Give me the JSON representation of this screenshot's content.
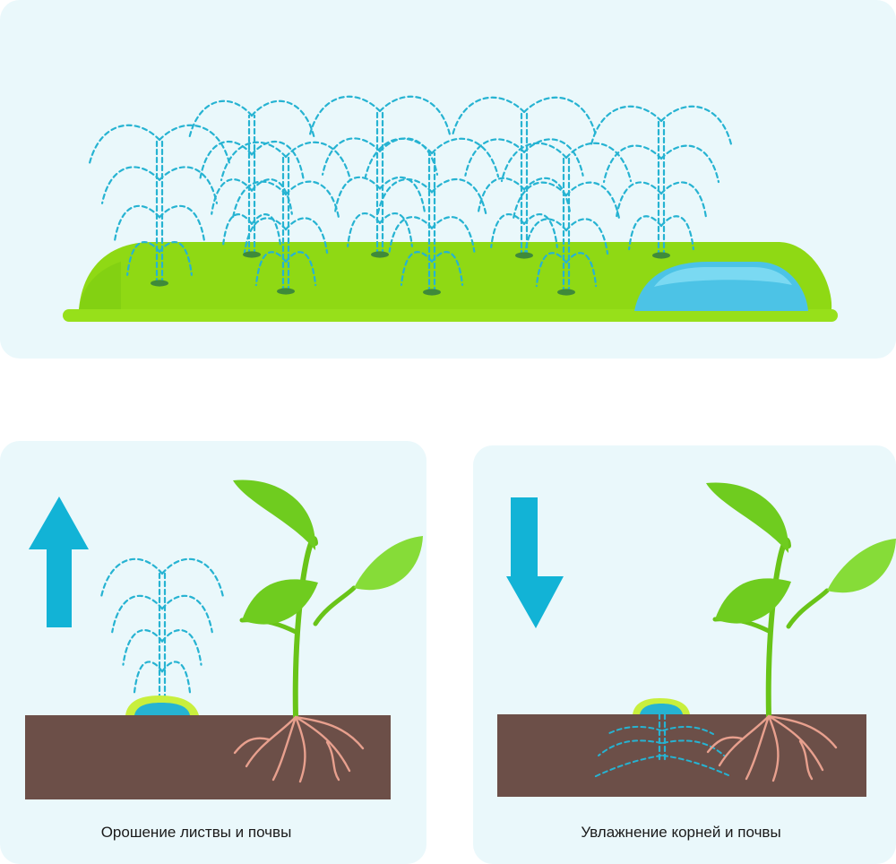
{
  "captions": {
    "foliage": "Орошение листвы и почвы",
    "root": "Увлажнение корней и почвы"
  },
  "colors": {
    "panel_bg": "#eaf8fb",
    "water": "#26b3d2",
    "arrow": "#12b3d6",
    "grass": "#8fd914",
    "grass_dark": "#6cc20d",
    "soil": "#6c4f48",
    "root": "#e8a08e",
    "leaf": "#6fcc1f",
    "leaf_light": "#86dc38",
    "stem": "#69c418",
    "pond": "#4cc3e6",
    "pond_light": "#8fe3f7",
    "emitter": "#c8ef3d"
  },
  "arrows": {
    "foliage": "up",
    "root": "down"
  }
}
